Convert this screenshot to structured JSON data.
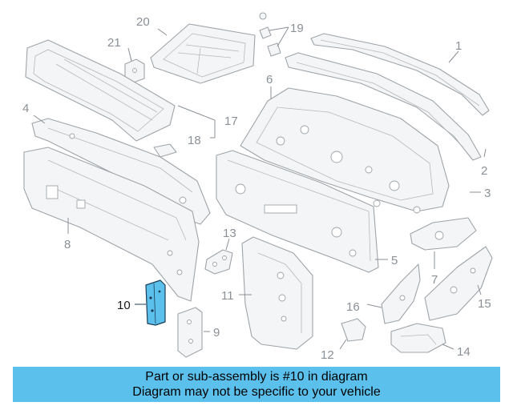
{
  "highlight_color": "#5bc0ec",
  "callouts": {
    "c1": "1",
    "c2": "2",
    "c3": "3",
    "c4": "4",
    "c5": "5",
    "c6": "6",
    "c7": "7",
    "c8": "8",
    "c9": "9",
    "c10": "10",
    "c11": "11",
    "c12": "12",
    "c13": "13",
    "c14": "14",
    "c15": "15",
    "c16": "16",
    "c17": "17",
    "c18": "18",
    "c19": "19",
    "c20": "20",
    "c21": "21"
  },
  "banner": {
    "line1": "Part or sub-assembly is #10 in diagram",
    "line2": "Diagram may not be specific to your vehicle"
  }
}
